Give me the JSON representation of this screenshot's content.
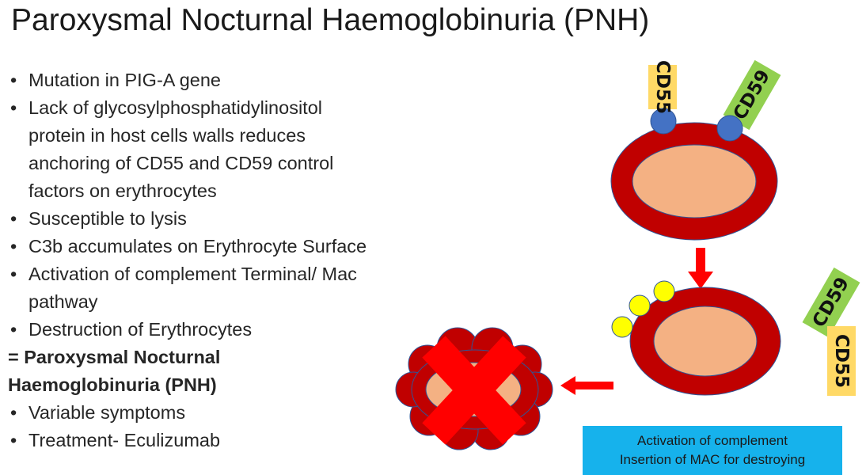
{
  "title": "Paroxysmal Nocturnal Haemoglobinuria (PNH)",
  "bullets": [
    {
      "lines": [
        "Mutation in PIG-A gene"
      ]
    },
    {
      "lines": [
        "Lack of glycosylphosphatidylinositol",
        "protein in host cells walls reduces",
        "anchoring of CD55 and CD59 control",
        "factors on erythrocytes"
      ]
    },
    {
      "lines": [
        "Susceptible to lysis"
      ]
    },
    {
      "lines": [
        "C3b accumulates on Erythrocyte Surface"
      ]
    },
    {
      "lines": [
        "Activation of complement Terminal/ Mac",
        "pathway"
      ]
    },
    {
      "lines": [
        "Destruction of Erythrocytes"
      ]
    }
  ],
  "conclusion": [
    "= Paroxysmal Nocturnal",
    "Haemoglobinuria (PNH)"
  ],
  "bullets_after": [
    {
      "lines": [
        "Variable symptoms"
      ]
    },
    {
      "lines": [
        "Treatment- Eculizumab"
      ]
    }
  ],
  "diagram": {
    "top_cell": {
      "label_cd55": "CD55",
      "label_cd59": "CD59"
    },
    "bottom_cell": {
      "label_cd59": "CD59",
      "label_cd55": "CD55"
    },
    "caption": [
      "Activation of complement",
      "Insertion of MAC for destroying"
    ]
  },
  "colors": {
    "cell_outer": "#c00000",
    "cell_inner": "#f4b183",
    "cd55_box": "#ffd966",
    "cd59_box": "#92d050",
    "receptor": "#4472c4",
    "c3b": "#ffff00",
    "arrow": "#ff0000",
    "cross": "#ff0000",
    "caption_bg": "#16b2ec"
  }
}
